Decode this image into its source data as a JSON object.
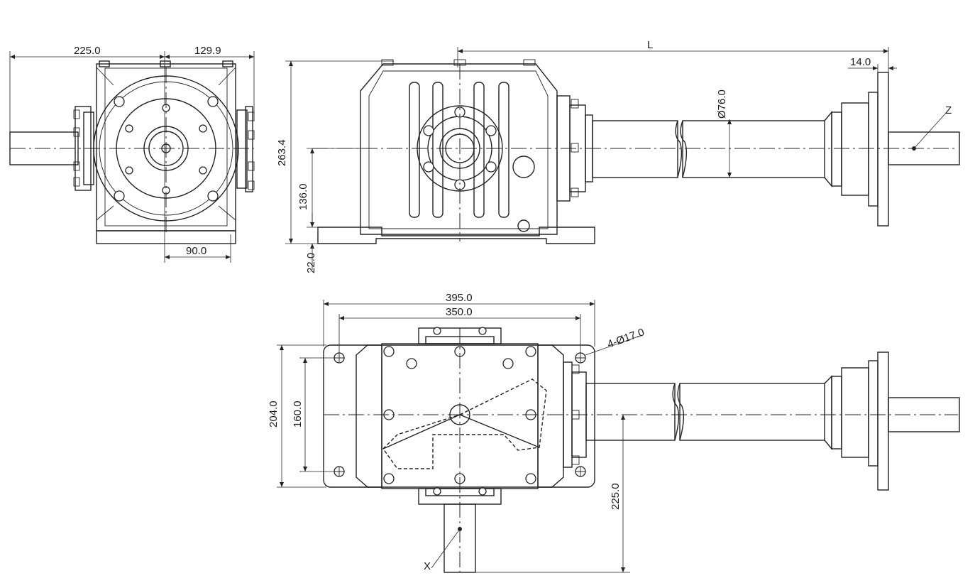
{
  "drawing": {
    "front_view": {
      "dims": {
        "width_left": "225.0",
        "width_right": "129.9",
        "bottom": "90.0"
      }
    },
    "side_view": {
      "dims": {
        "length": "L",
        "flange_thickness": "14.0",
        "shaft_diameter": "Ø76.0",
        "height_total": "263.4",
        "height_center": "136.0",
        "base_thickness": "22.0",
        "shaft_label": "Z"
      }
    },
    "top_view": {
      "dims": {
        "overall_width": "395.0",
        "hole_spacing_x": "350.0",
        "overall_depth": "204.0",
        "hole_spacing_y": "160.0",
        "holes": "4-Ø17.0",
        "input_offset": "225.0",
        "input_label": "X"
      }
    }
  }
}
